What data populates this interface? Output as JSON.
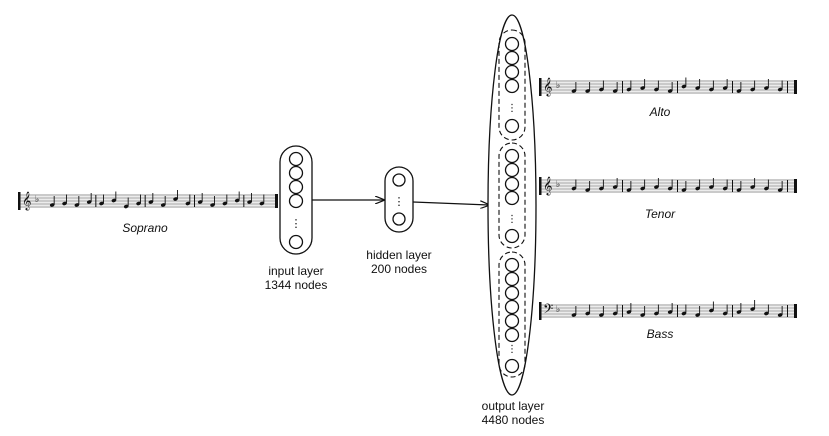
{
  "voices": {
    "soprano": "Soprano",
    "alto": "Alto",
    "tenor": "Tenor",
    "bass": "Bass"
  },
  "layers": {
    "input": {
      "name": "input layer",
      "nodes": "1344 nodes"
    },
    "hidden": {
      "name": "hidden layer",
      "nodes": "200 nodes"
    },
    "output": {
      "name": "output layer",
      "nodes": "4480 nodes"
    }
  },
  "ellipsis": "⋮",
  "colors": {
    "stroke": "#111111",
    "staff": "#999999"
  }
}
